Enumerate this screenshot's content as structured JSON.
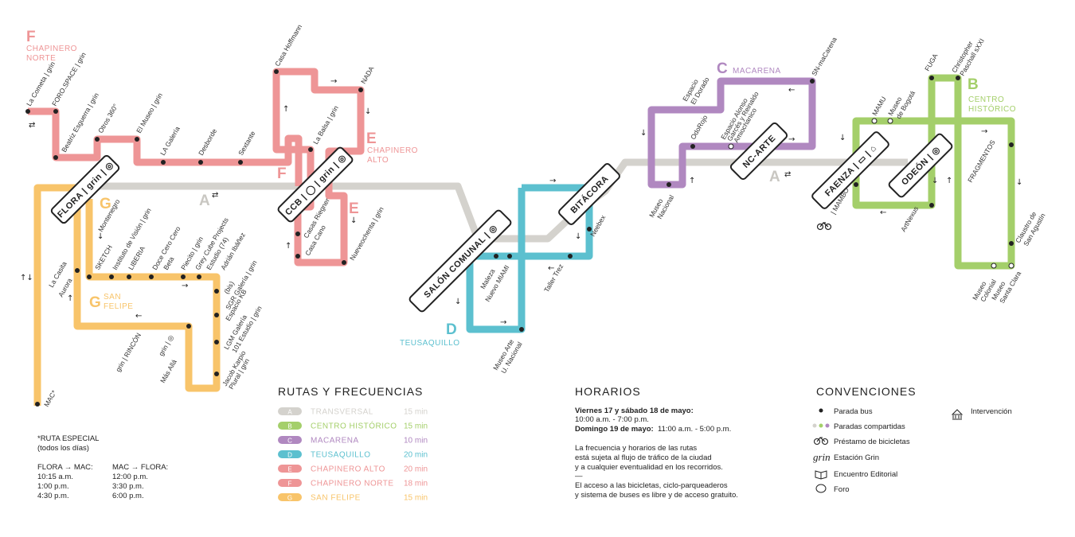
{
  "colors": {
    "transversal": "#d4d2cd",
    "centro_historico": "#a4cf6a",
    "macarena": "#b088c0",
    "teusaquillo": "#5cc0cf",
    "chapinero_alto": "#ee9596",
    "chapinero_norte": "#ee9596",
    "san_felipe": "#f8c46a",
    "ink": "#222222"
  },
  "routes_panel": {
    "title": "RUTAS Y FRECUENCIAS",
    "rows": [
      {
        "letter": "A",
        "name": "TRANSVERSAL",
        "freq": "15 min",
        "color": "#d4d2cd"
      },
      {
        "letter": "B",
        "name": "CENTRO HISTÓRICO",
        "freq": "15 min",
        "color": "#a4cf6a"
      },
      {
        "letter": "C",
        "name": "MACARENA",
        "freq": "10 min",
        "color": "#b088c0"
      },
      {
        "letter": "D",
        "name": "TEUSAQUILLO",
        "freq": "20 min",
        "color": "#5cc0cf"
      },
      {
        "letter": "E",
        "name": "CHAPINERO ALTO",
        "freq": "20 min",
        "color": "#ee9596"
      },
      {
        "letter": "F",
        "name": "CHAPINERO NORTE",
        "freq": "18 min",
        "color": "#ee9596"
      },
      {
        "letter": "G",
        "name": "SAN FELIPE",
        "freq": "15 min",
        "color": "#f8c46a"
      }
    ]
  },
  "horarios": {
    "title": "HORARIOS",
    "line1_bold": "Viernes 17 y sábado 18 de mayo:",
    "line1": "10:00 a.m. - 7:00 p.m.",
    "line2_bold": "Domingo 19 de mayo:",
    "line2": "11:00 a.m. - 5:00 p.m.",
    "note1": "La frecuencia y horarios de las rutas",
    "note2": "está sujeta al flujo de tráfico de la ciudad",
    "note3": "y a cualquier eventualidad en los recorridos.",
    "dash": "—",
    "access1": "El acceso a las bicicletas, ciclo-parqueaderos",
    "access2": "y sistema de buses es libre y de acceso gratuito."
  },
  "convenciones": {
    "title": "CONVENCIONES",
    "items": [
      "Parada bus",
      "Paradas compartidas",
      "Préstamo de bicicletas",
      "Estación Grin",
      "Encuentro Editorial",
      "Foro"
    ],
    "intervencion": "Intervención"
  },
  "special_route": {
    "title": "*RUTA ESPECIAL",
    "subtitle": "(todos los días)",
    "col1_head": "FLORA → MAC:",
    "col1": [
      "10:15 a.m.",
      "1:00 p.m.",
      "4:30 p.m."
    ],
    "col2_head": "MAC → FLORA:",
    "col2": [
      "12:00 p.m.",
      "3:30 p.m.",
      "6:00 p.m."
    ]
  },
  "route_labels": {
    "F": {
      "letter": "F",
      "line1": "CHAPINERO",
      "line2": "NORTE"
    },
    "E": {
      "letter": "E",
      "line1": "CHAPINERO",
      "line2": "ALTO"
    },
    "E2": "E",
    "F2": "F",
    "G": {
      "letter": "G",
      "line1": "SAN",
      "line2": "FELIPE"
    },
    "G2": "G",
    "D": {
      "letter": "D",
      "line1": "TEUSAQUILLO"
    },
    "C": {
      "letter": "C",
      "line1": "MACARENA"
    },
    "B": {
      "letter": "B",
      "line1": "CENTRO",
      "line2": "HISTÓRICO"
    },
    "A1": "A",
    "A2": "A",
    "grin": "grin"
  },
  "hubs": {
    "flora": "FLORA | grin | ◎",
    "ccb": "CCB | ◯ | grin | ◎",
    "salon": "SALÓN COMUNAL | ◎",
    "bitacora": "BITÁCORA",
    "ncarte": "NC-ARTE",
    "faenza": "FAENZA | ▭ | ⌂",
    "odeon": "ODEÓN | ◎"
  },
  "stops": {
    "la_cometa": "La Cometa | grin",
    "foro_space": "FORO.SPACE | grin",
    "beatriz": "Beatriz Esguerra | grin",
    "otros": "Otros 360°",
    "el_museo": "El Museo | grin",
    "la_galeria": "LA Galería",
    "desborde": "Desborde",
    "sextante": "Sextante",
    "casa_hoffmann": "Casa Hoffmann",
    "nada": "NADA",
    "la_balsa": "La Balsa | grin",
    "casas_riegner": "Casas Riegner",
    "casa_cano": "Casa Cano",
    "nueveochenta": "Nueveochenta | grin",
    "montenegro": "Montenegro",
    "sketch": "SKETCH",
    "instituto": "Instituto de Visión | grin",
    "liberia": "LIBERIA",
    "doce_cero": "Doce Cero Cero",
    "beta": "Beta",
    "piecito": "Piecito | grin",
    "grey_cube": "Grey Cube Projects",
    "estudio74": "Estudio (74)",
    "adrian": "Adrián Ibáñez",
    "la_casita": "La Casita",
    "aurora": "Aurora",
    "sgr": "SGR Galería | grin",
    "bis": "(bis)",
    "espacio_kb": "Espacio KB",
    "lgm": "LGM Galería",
    "101": "101 Estudio | grin",
    "rincon": "grin | RINCÓN",
    "grin_bike": "grin | ◎",
    "mas_alla": "Más Allá",
    "jacob": "Jacob Karpio",
    "plural": "Plural | grin",
    "mac": "MAC*",
    "maleza": "Maleza",
    "nuevo_miami": "Nuevo MIAMI",
    "taller_trez": "Taller Trez",
    "museo_arte": "Museo Arte",
    "u_nacional": "U. Nacional",
    "neebex": "Neebex",
    "museo_nacional1": "Museo",
    "museo_nacional2": "Nacional",
    "espacio_el_dorado1": "Espacio",
    "espacio_el_dorado2": "El Dorado",
    "odrojo": "OdoRojo",
    "espacio_alonso1": "Espacio Alonso",
    "espacio_alonso2": "Garcés y Reinaldo",
    "espacio_alonso3": "Amiochanico",
    "sn_macarena": "SN-maCarena",
    "mamu": "MAMU",
    "museo_bogota1": "Museo",
    "museo_bogota2": "de Bogotá",
    "fuga": "FUGA",
    "christopher1": "Christopher",
    "christopher2": "Paschall sXXI",
    "fragmentos": "FRAGMENTOS",
    "mambo": "| MAMBO",
    "artnexus": "ArtNexus",
    "museo_colonial1": "Museo",
    "museo_colonial2": "Colonial",
    "museo_sc1": "Museo",
    "museo_sc2": "Santa Clara",
    "claustro1": "Claustro de",
    "claustro2": "San Agustín"
  }
}
